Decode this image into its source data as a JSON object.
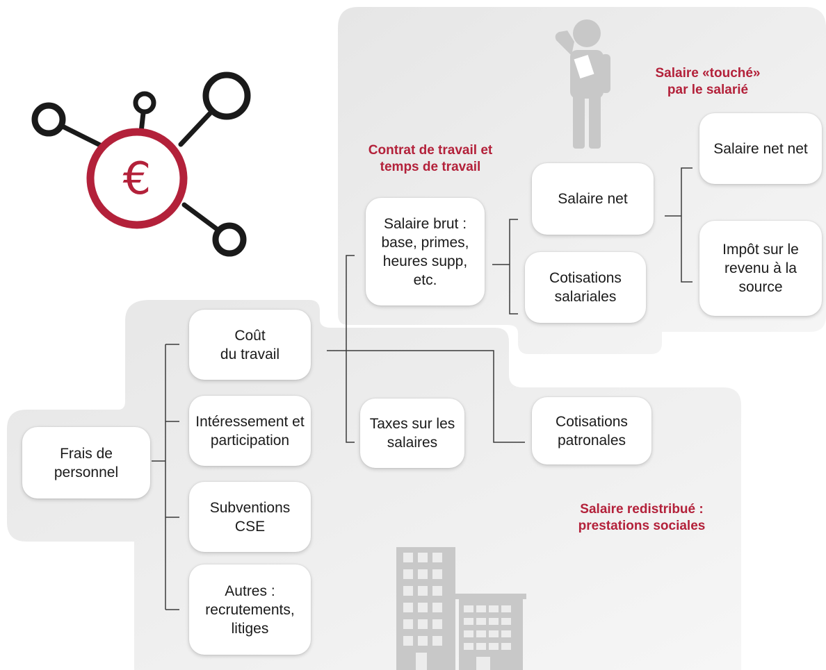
{
  "colors": {
    "accent": "#b3213a",
    "connector": "#3a3a3a",
    "panel": "#ececec",
    "icon_gray": "#c8c8c8",
    "node_stroke": "#1a1a1a"
  },
  "icons": {
    "euro_network": "euro-network-icon",
    "person": "person-thinking-icon",
    "buildings": "buildings-icon"
  },
  "euro_symbol": "€",
  "labels": {
    "contrat": "Contrat de travail et\ntemps de travail",
    "touche": "Salaire «touché»\npar le salarié",
    "redistribue": "Salaire redistribué :\nprestations sociales"
  },
  "nodes": {
    "frais": "Frais de\npersonnel",
    "cout": "Coût\ndu travail",
    "interessement": "Intéressement et\nparticipation",
    "subventions": "Subventions\nCSE",
    "autres": "Autres :\nrecrutements,\nlitiges",
    "brut": "Salaire brut :\nbase, primes,\nheures supp, etc.",
    "taxes": "Taxes sur les\nsalaires",
    "patronales": "Cotisations\npatronales",
    "net": "Salaire net",
    "salariales": "Cotisations\nsalariales",
    "netnet": "Salaire net net",
    "impot": "Impôt sur le\nrevenu à la\nsource"
  }
}
